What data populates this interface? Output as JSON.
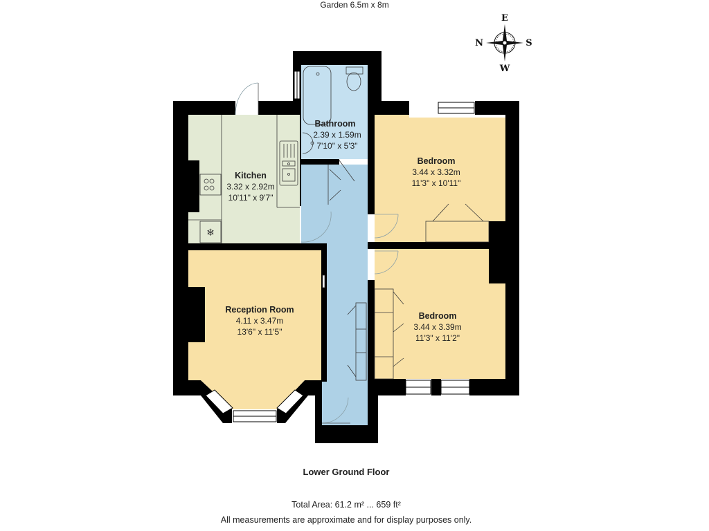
{
  "header": {
    "garden_label": "Garden 6.5m x 8m"
  },
  "compass": {
    "north": "N",
    "east": "E",
    "south": "S",
    "west": "W"
  },
  "colors": {
    "wall": "#000000",
    "kitchen": "#e3ead4",
    "bathroom": "#c4e0f0",
    "hallway": "#aed1e6",
    "bedroom": "#f9e1a6",
    "reception": "#f9e1a6",
    "fixture_line": "#3a3a3a",
    "door_arc": "#8aa0a8"
  },
  "rooms": [
    {
      "name": "Kitchen",
      "metric": "3.32 x 2.92m",
      "imperial": "10'11\" x 9'7\""
    },
    {
      "name": "Bathroom",
      "metric": "2.39 x 1.59m",
      "imperial": "7'10\" x 5'3\""
    },
    {
      "name": "Bedroom",
      "metric": "3.44 x 3.32m",
      "imperial": "11'3\" x 10'11\""
    },
    {
      "name": "Reception Room",
      "metric": "4.11 x 3.47m",
      "imperial": "13'6\" x 11'5\""
    },
    {
      "name": "Bedroom",
      "metric": "3.44 x 3.39m",
      "imperial": "11'3\" x 11'2\""
    }
  ],
  "footer": {
    "floor_label": "Lower Ground Floor",
    "total_area": "Total Area: 61.2 m² ... 659 ft²",
    "disclaimer": "All measurements are approximate and for display purposes only."
  }
}
